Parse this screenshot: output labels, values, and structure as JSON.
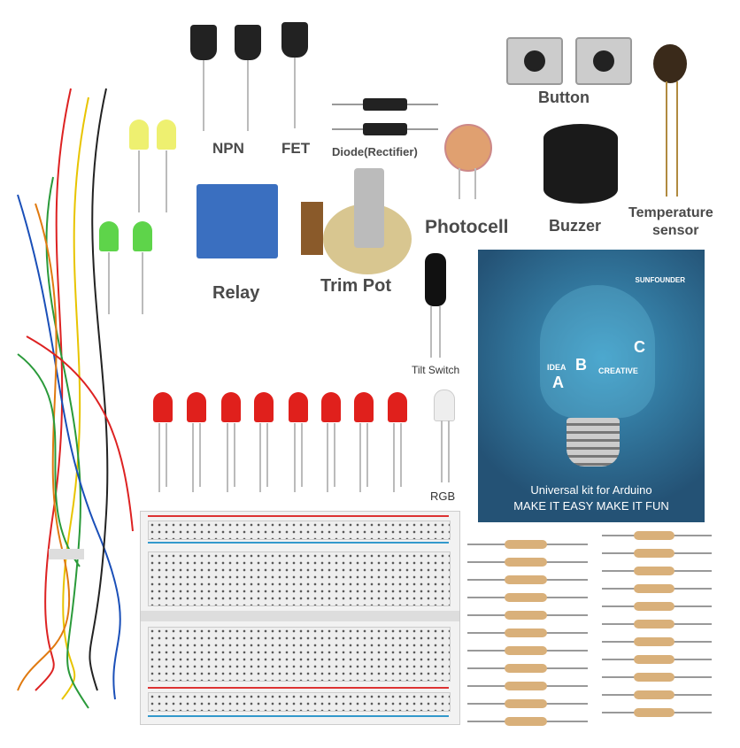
{
  "labels": {
    "npn": "NPN",
    "fet": "FET",
    "diode": "Diode(Rectifier)",
    "button": "Button",
    "photocell": "Photocell",
    "buzzer": "Buzzer",
    "temperature_sensor_1": "Temperature",
    "temperature_sensor_2": "sensor",
    "relay": "Relay",
    "trim_pot": "Trim Pot",
    "tilt_switch": "Tilt Switch",
    "rgb": "RGB"
  },
  "booklet": {
    "brand": "SUNFOUNDER",
    "art_words": [
      "IDEA",
      "A",
      "B",
      "C",
      "CREATIVE"
    ],
    "subtitle": "Universal kit for Arduino",
    "tagline": "MAKE IT EASY MAKE IT FUN"
  },
  "colors": {
    "booklet_bg": "#2b5f86",
    "led_red": "#e0201c",
    "led_yellow": "#eef070",
    "led_green": "#5ed44a",
    "relay": "#3a6fc0"
  }
}
